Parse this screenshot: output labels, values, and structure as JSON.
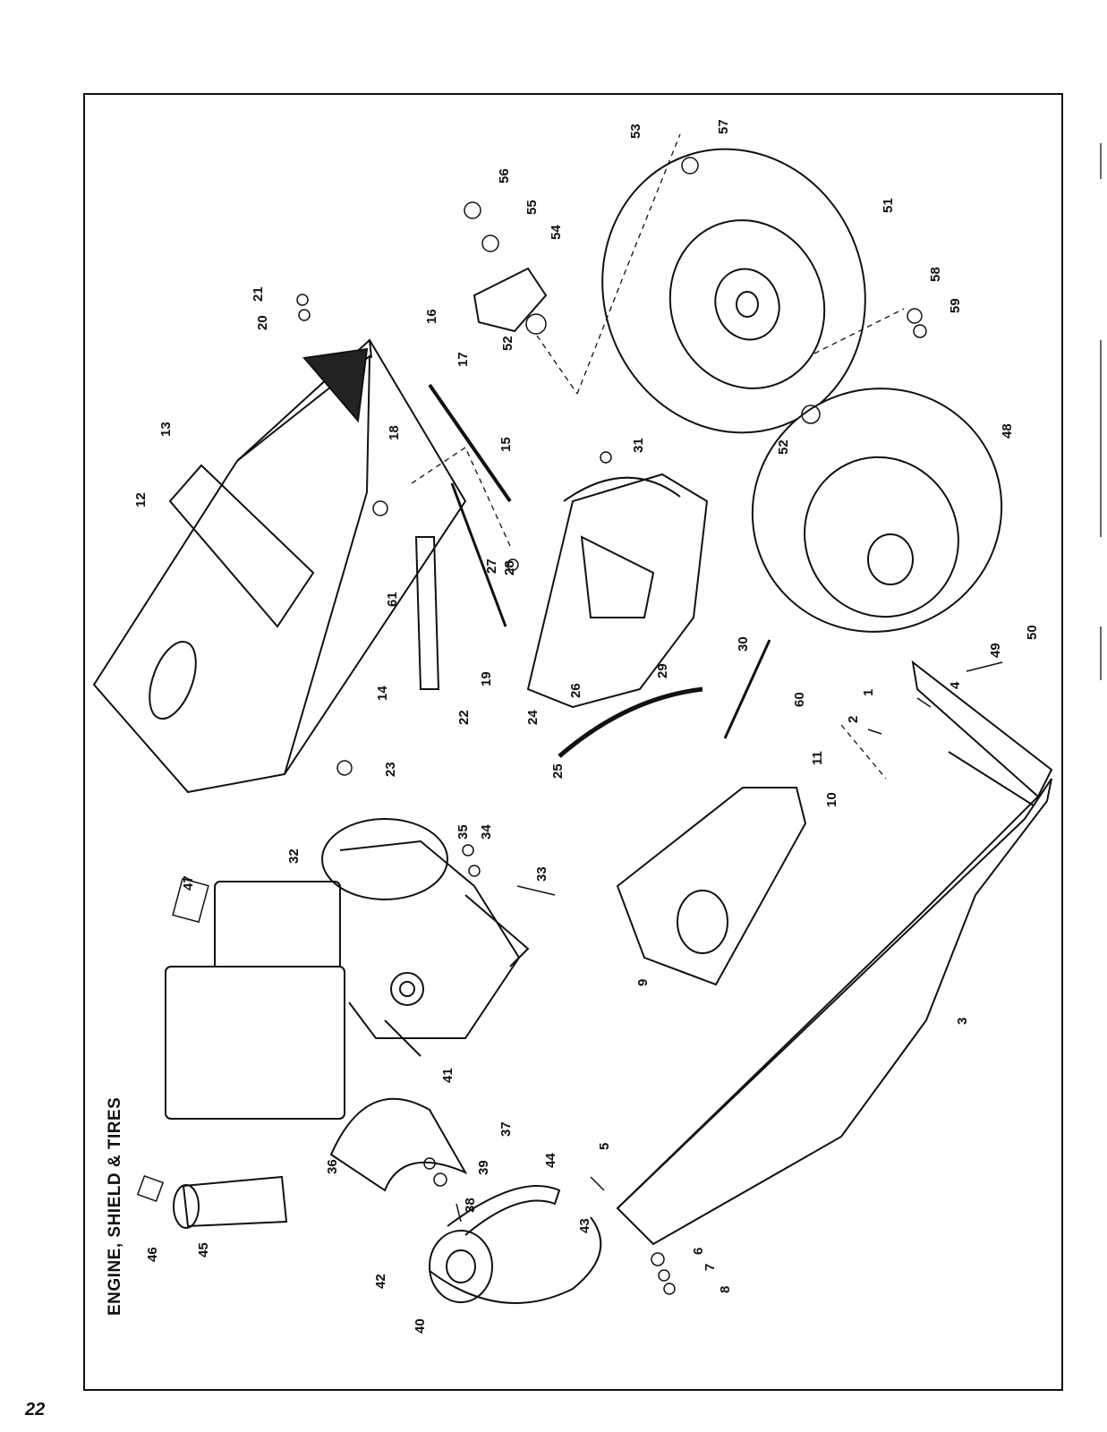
{
  "page": {
    "title": "ENGINE, SHIELD & TIRES",
    "page_number": "22"
  },
  "callouts": [
    {
      "id": "c1",
      "text": "1"
    },
    {
      "id": "c2",
      "text": "2"
    },
    {
      "id": "c3",
      "text": "3"
    },
    {
      "id": "c4",
      "text": "4"
    },
    {
      "id": "c5",
      "text": "5"
    },
    {
      "id": "c6",
      "text": "6"
    },
    {
      "id": "c7",
      "text": "7"
    },
    {
      "id": "c8",
      "text": "8"
    },
    {
      "id": "c9",
      "text": "9"
    },
    {
      "id": "c10",
      "text": "10"
    },
    {
      "id": "c11",
      "text": "11"
    },
    {
      "id": "c12",
      "text": "12"
    },
    {
      "id": "c13",
      "text": "13"
    },
    {
      "id": "c14",
      "text": "14"
    },
    {
      "id": "c15",
      "text": "15"
    },
    {
      "id": "c16",
      "text": "16"
    },
    {
      "id": "c17",
      "text": "17"
    },
    {
      "id": "c18",
      "text": "18"
    },
    {
      "id": "c19",
      "text": "19"
    },
    {
      "id": "c20",
      "text": "20"
    },
    {
      "id": "c21",
      "text": "21"
    },
    {
      "id": "c22",
      "text": "22"
    },
    {
      "id": "c23",
      "text": "23"
    },
    {
      "id": "c24",
      "text": "24"
    },
    {
      "id": "c25",
      "text": "25"
    },
    {
      "id": "c26",
      "text": "26"
    },
    {
      "id": "c27",
      "text": "27"
    },
    {
      "id": "c28",
      "text": "28"
    },
    {
      "id": "c29",
      "text": "29"
    },
    {
      "id": "c30",
      "text": "30"
    },
    {
      "id": "c31",
      "text": "31"
    },
    {
      "id": "c32",
      "text": "32"
    },
    {
      "id": "c33",
      "text": "33"
    },
    {
      "id": "c34",
      "text": "34"
    },
    {
      "id": "c35",
      "text": "35"
    },
    {
      "id": "c36",
      "text": "36"
    },
    {
      "id": "c37",
      "text": "37"
    },
    {
      "id": "c38",
      "text": "38"
    },
    {
      "id": "c39",
      "text": "39"
    },
    {
      "id": "c40",
      "text": "40"
    },
    {
      "id": "c41",
      "text": "41"
    },
    {
      "id": "c42",
      "text": "42"
    },
    {
      "id": "c43",
      "text": "43"
    },
    {
      "id": "c44",
      "text": "44"
    },
    {
      "id": "c45",
      "text": "45"
    },
    {
      "id": "c46",
      "text": "46"
    },
    {
      "id": "c47",
      "text": "47"
    },
    {
      "id": "c48",
      "text": "48"
    },
    {
      "id": "c49",
      "text": "49"
    },
    {
      "id": "c50",
      "text": "50"
    },
    {
      "id": "c51",
      "text": "51"
    },
    {
      "id": "c52a",
      "text": "52"
    },
    {
      "id": "c52b",
      "text": "52"
    },
    {
      "id": "c53",
      "text": "53"
    },
    {
      "id": "c54",
      "text": "54"
    },
    {
      "id": "c55",
      "text": "55"
    },
    {
      "id": "c56",
      "text": "56"
    },
    {
      "id": "c57",
      "text": "57"
    },
    {
      "id": "c58",
      "text": "58"
    },
    {
      "id": "c59",
      "text": "59"
    },
    {
      "id": "c60",
      "text": "60"
    },
    {
      "id": "c61",
      "text": "61"
    }
  ]
}
